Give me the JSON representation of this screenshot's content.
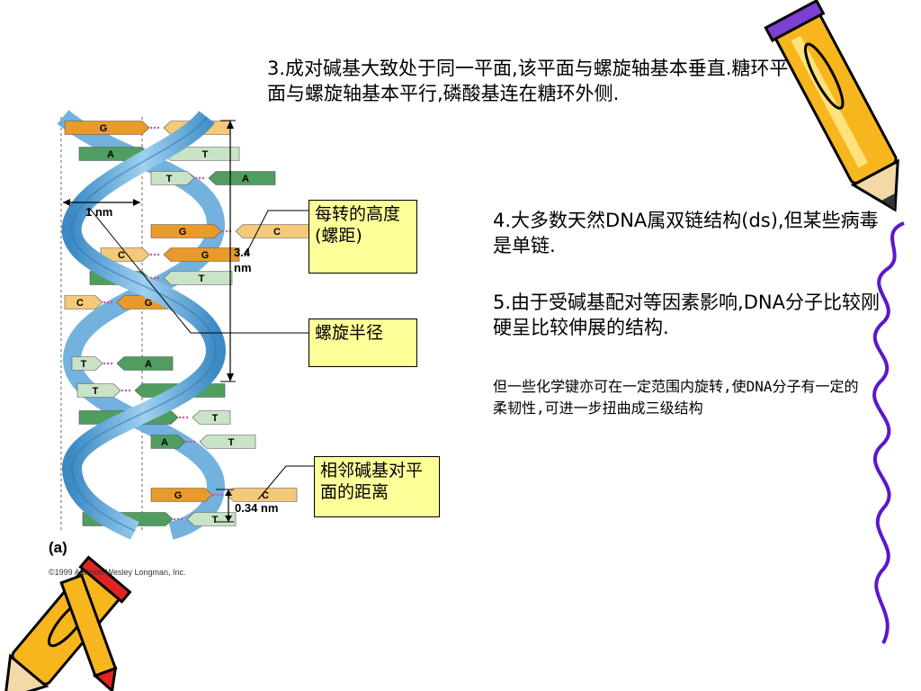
{
  "text": {
    "point3": "3.成对碱基大致处于同一平面,该平面与螺旋轴基本垂直.糖环平面与螺旋轴基本平行,磷酸基连在糖环外侧.",
    "point4": "4.大多数天然DNA属双链结构(ds),但某些病毒是单链.",
    "point5": "5.由于受碱基配对等因素影响,DNA分子比较刚硬呈比较伸展的结构.",
    "note": "但一些化学键亦可在一定范围内旋转,使DNA分子有一定的柔韧性,可进一步扭曲成三级结构"
  },
  "callouts": {
    "pitch": "每转的高度(螺距)",
    "radius": "螺旋半径",
    "spacing": "相邻碱基对平面的距离"
  },
  "diagram": {
    "width_label": "1 nm",
    "pitch_value": "3.4",
    "pitch_unit": "nm",
    "spacing_label": "0.34 nm",
    "panel_label": "(a)",
    "copyright": "©1999 Addison Wesley Longman, Inc.",
    "base_pairs": [
      {
        "left": "G",
        "right": "C"
      },
      {
        "left": "A",
        "right": "T"
      },
      {
        "left": "T",
        "right": "A"
      },
      {
        "left": "G",
        "right": "C"
      },
      {
        "left": "C",
        "right": "G"
      },
      {
        "left": "A",
        "right": "T"
      },
      {
        "left": "C",
        "right": "G"
      },
      {
        "left": "T",
        "right": "A"
      },
      {
        "left": "T",
        "right": "A"
      },
      {
        "left": "A",
        "right": "T"
      },
      {
        "left": "A",
        "right": "T"
      },
      {
        "left": "G",
        "right": "C"
      },
      {
        "left": "A",
        "right": "T"
      }
    ]
  },
  "colors": {
    "strand": "#6fb3e3",
    "strand_dark": "#3c8ac4",
    "G": "#e89a2a",
    "C": "#f4c97a",
    "A": "#4f9d5f",
    "T": "#c9e3c6",
    "callout_fill": "#ffff99",
    "hbond": "#d94f9c"
  },
  "icons": [
    "pencil-icon-top-right",
    "pencil-icon-bottom-left",
    "squiggle-line-right"
  ]
}
